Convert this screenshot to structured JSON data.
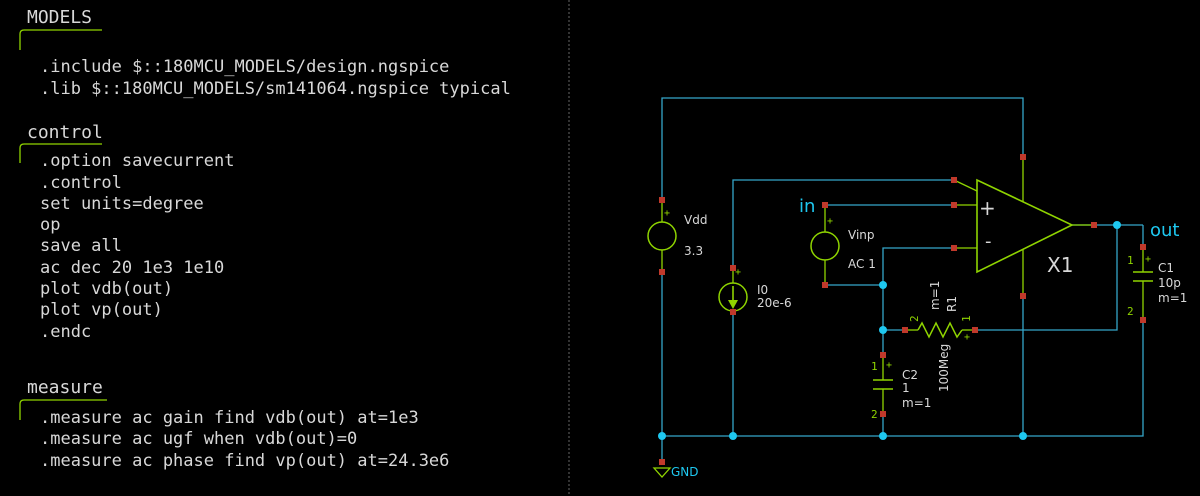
{
  "blocks": {
    "models": {
      "title": "MODELS",
      "lines": [
        ".include $::180MCU_MODELS/design.ngspice",
        ".lib $::180MCU_MODELS/sm141064.ngspice typical"
      ]
    },
    "control": {
      "title": "control",
      "lines": [
        ".option savecurrent",
        ".control",
        "set units=degree",
        "op",
        "save all",
        "ac dec 20 1e3 1e10",
        "plot vdb(out)",
        "plot vp(out)",
        ".endc"
      ]
    },
    "measure": {
      "title": "measure",
      "lines": [
        ".measure ac gain find vdb(out) at=1e3",
        ".measure ac ugf when vdb(out)=0",
        ".measure ac phase find vp(out) at=24.3e6"
      ]
    }
  },
  "schematic": {
    "labels": {
      "in": "in",
      "out": "out",
      "gnd": "GND"
    },
    "vdd": {
      "name": "Vdd",
      "value": "3.3"
    },
    "vinp": {
      "name": "Vinp",
      "value": "AC 1"
    },
    "i0": {
      "name": "I0",
      "value": "20e-6"
    },
    "opamp": {
      "name": "X1",
      "plus": "+",
      "minus": "-"
    },
    "r1": {
      "name": "R1",
      "value": "100Meg",
      "mult": "m=1",
      "pin1": "1",
      "pin2": "2"
    },
    "c1": {
      "name": "C1",
      "value": "10p",
      "mult": "m=1",
      "pin1": "1",
      "pin2": "2"
    },
    "c2": {
      "name": "C2",
      "value": "1",
      "mult": "m=1",
      "pin1": "1",
      "pin2": "2"
    },
    "plus_sign": "+"
  },
  "colors": {
    "background": "#000000",
    "text": "#d8d8d8",
    "wire": "#35a6c9",
    "component": "#8fd400",
    "pin": "#c0392b",
    "node": "#1ec8f0",
    "divider": "#666666"
  }
}
